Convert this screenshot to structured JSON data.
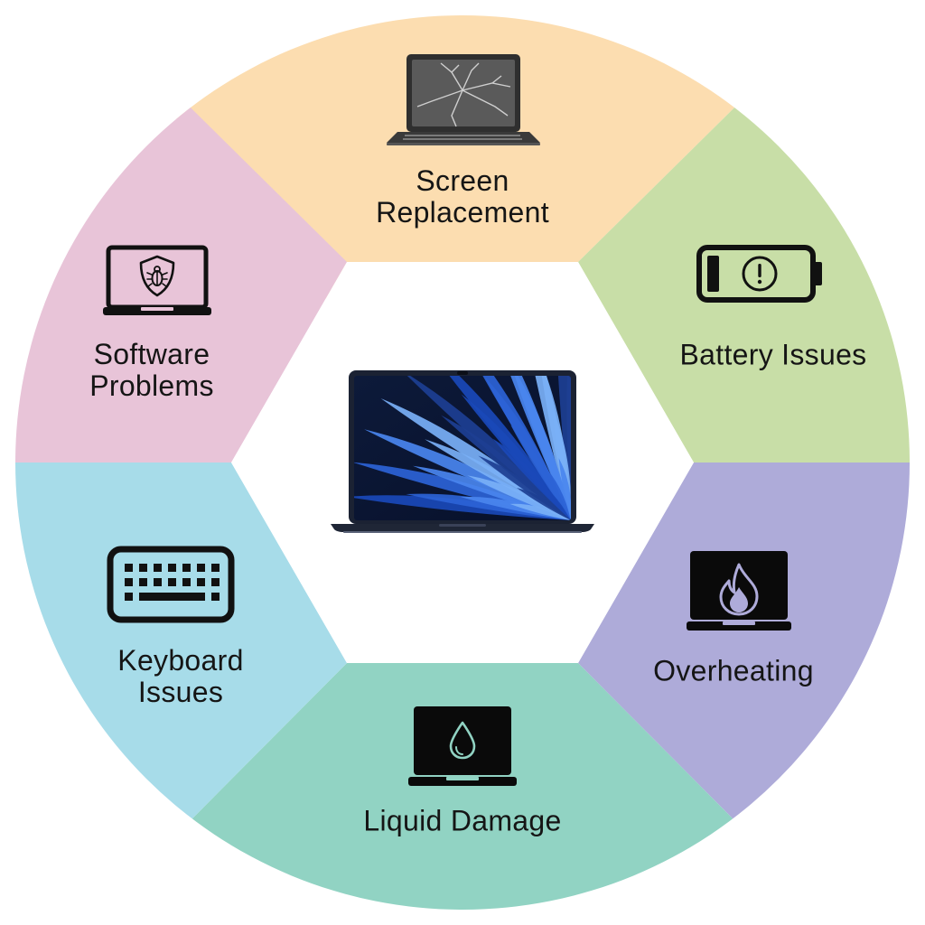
{
  "segments": [
    {
      "key": "screen",
      "label": "Screen\nReplacement",
      "color": "#FCDDB0",
      "icon": "cracked-laptop-icon"
    },
    {
      "key": "battery",
      "label": "Battery Issues",
      "color": "#C8DEA7",
      "icon": "low-battery-alert-icon"
    },
    {
      "key": "overheating",
      "label": "Overheating",
      "color": "#AEABD9",
      "icon": "laptop-flame-icon"
    },
    {
      "key": "liquid",
      "label": "Liquid Damage",
      "color": "#91D3C3",
      "icon": "laptop-water-drop-icon"
    },
    {
      "key": "keyboard",
      "label": "Keyboard\nIssues",
      "color": "#A7DCE9",
      "icon": "keyboard-icon"
    },
    {
      "key": "software",
      "label": "Software\nProblems",
      "color": "#E8C4D8",
      "icon": "laptop-bug-shield-icon"
    }
  ],
  "center": {
    "icon": "macbook-laptop-icon"
  }
}
